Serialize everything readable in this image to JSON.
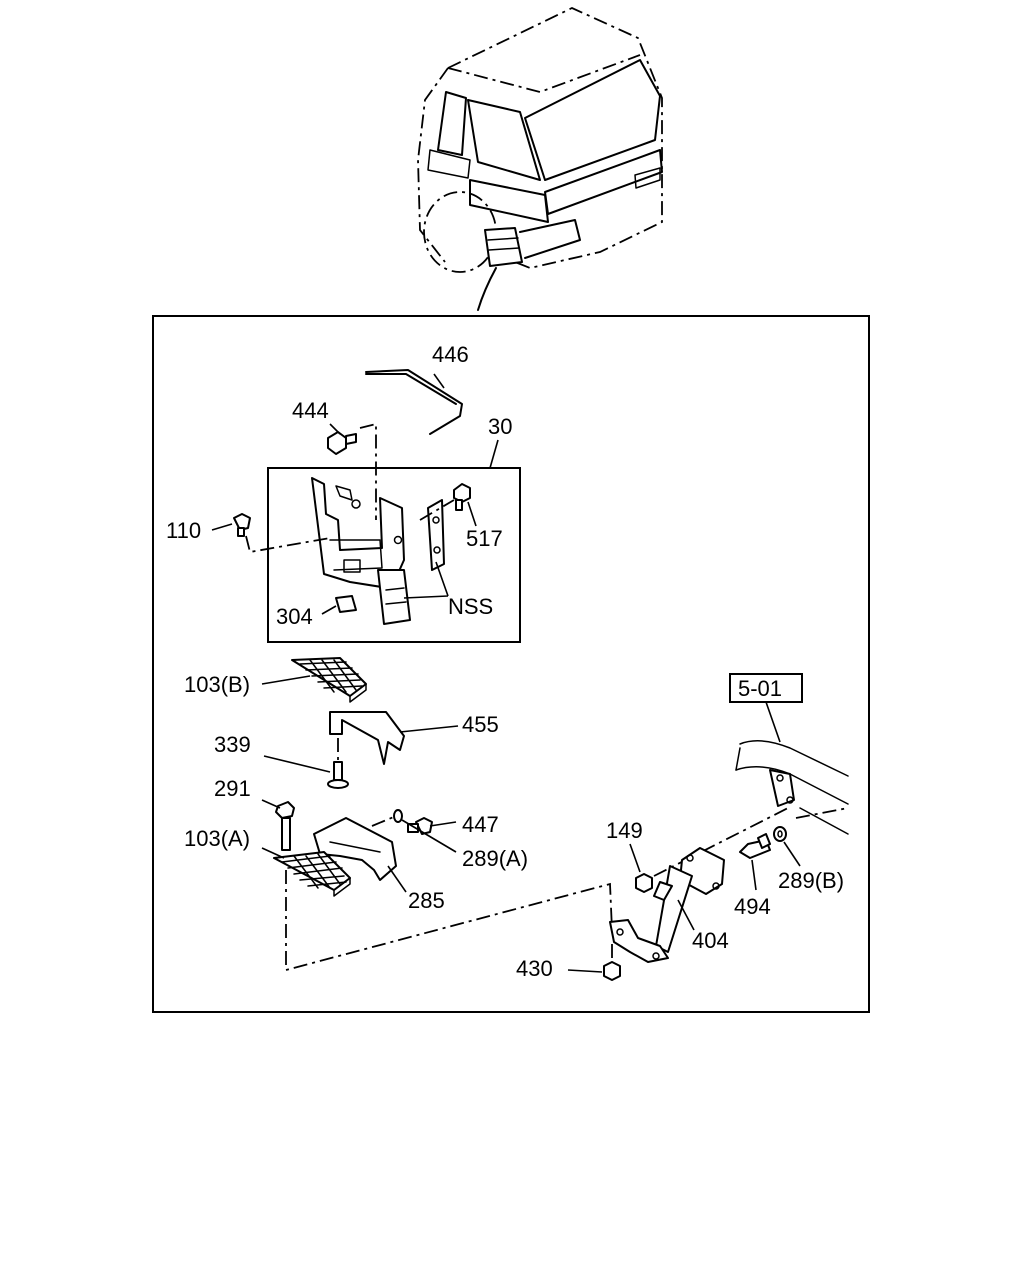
{
  "callouts": {
    "p446": "446",
    "p444": "444",
    "p30": "30",
    "p110": "110",
    "p517": "517",
    "p304": "304",
    "pNSS": "NSS",
    "p103b": "103(B)",
    "p455": "455",
    "p339": "339",
    "p291": "291",
    "p447": "447",
    "p103a": "103(A)",
    "p289a": "289(A)",
    "p285": "285",
    "p149": "149",
    "p494": "494",
    "p289b": "289(B)",
    "p404": "404",
    "p430": "430",
    "ref501": "5-01"
  }
}
